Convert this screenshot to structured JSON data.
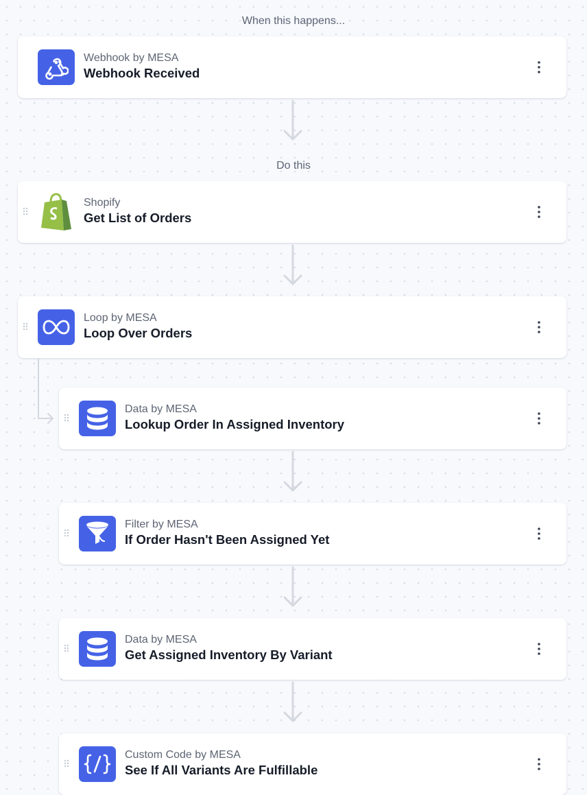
{
  "trigger_section": {
    "label": "When this happens..."
  },
  "action_section": {
    "label": "Do this"
  },
  "steps": [
    {
      "app": "Webhook by MESA",
      "title": "Webhook Received",
      "icon": "webhook-icon"
    },
    {
      "app": "Shopify",
      "title": "Get List of Orders",
      "icon": "shopify-bag-icon"
    },
    {
      "app": "Loop by MESA",
      "title": "Loop Over Orders",
      "icon": "infinity-loop-icon"
    },
    {
      "app": "Data by MESA",
      "title": "Lookup Order In Assigned Inventory",
      "icon": "database-icon"
    },
    {
      "app": "Filter by MESA",
      "title": "If Order Hasn't Been Assigned Yet",
      "icon": "funnel-filter-icon"
    },
    {
      "app": "Data by MESA",
      "title": "Get Assigned Inventory By Variant",
      "icon": "database-icon"
    },
    {
      "app": "Custom Code by MESA",
      "title": "See If All Variants Are Fulfillable",
      "icon": "code-braces-icon"
    }
  ],
  "colors": {
    "canvas_bg": "#f7f9fd",
    "dot_grid": "#d6dce8",
    "mesa_icon_bg": "#4562e6",
    "shopify_green": "#95bf47",
    "shopify_dark_green": "#5e8e3e",
    "connector_gray": "#d4d8df"
  }
}
